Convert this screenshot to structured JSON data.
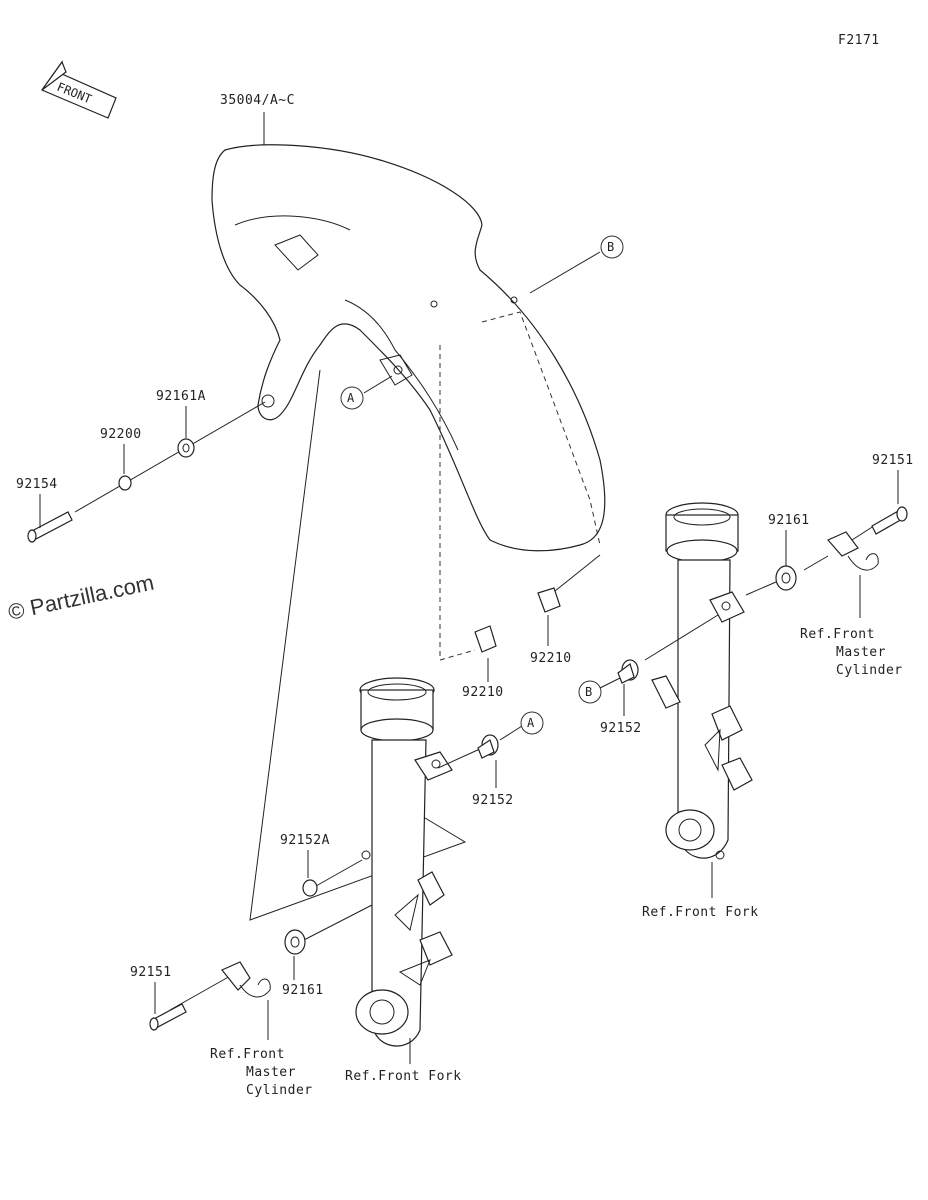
{
  "figure_code": "F2171",
  "front_arrow_label": "FRONT",
  "watermark": "© Partzilla.com",
  "parts": {
    "fender": "35004/A~C",
    "bolt_left": "92154",
    "washer": "92200",
    "collar_a": "92161A",
    "nut_left": "92210",
    "nut_right": "92210",
    "bolt_a": "92152",
    "bolt_b": "92152",
    "collar_2a": "92152A",
    "collar_left": "92161",
    "collar_right": "92161",
    "bolt_lower_left": "92151",
    "bolt_upper_right": "92151"
  },
  "callouts": {
    "a": "A",
    "b": "B"
  },
  "refs": {
    "fork_left": "Ref.Front Fork",
    "fork_right": "Ref.Front Fork",
    "mc_left": [
      "Ref.Front",
      "Master",
      "Cylinder"
    ],
    "mc_right": [
      "Ref.Front",
      "Master",
      "Cylinder"
    ]
  }
}
